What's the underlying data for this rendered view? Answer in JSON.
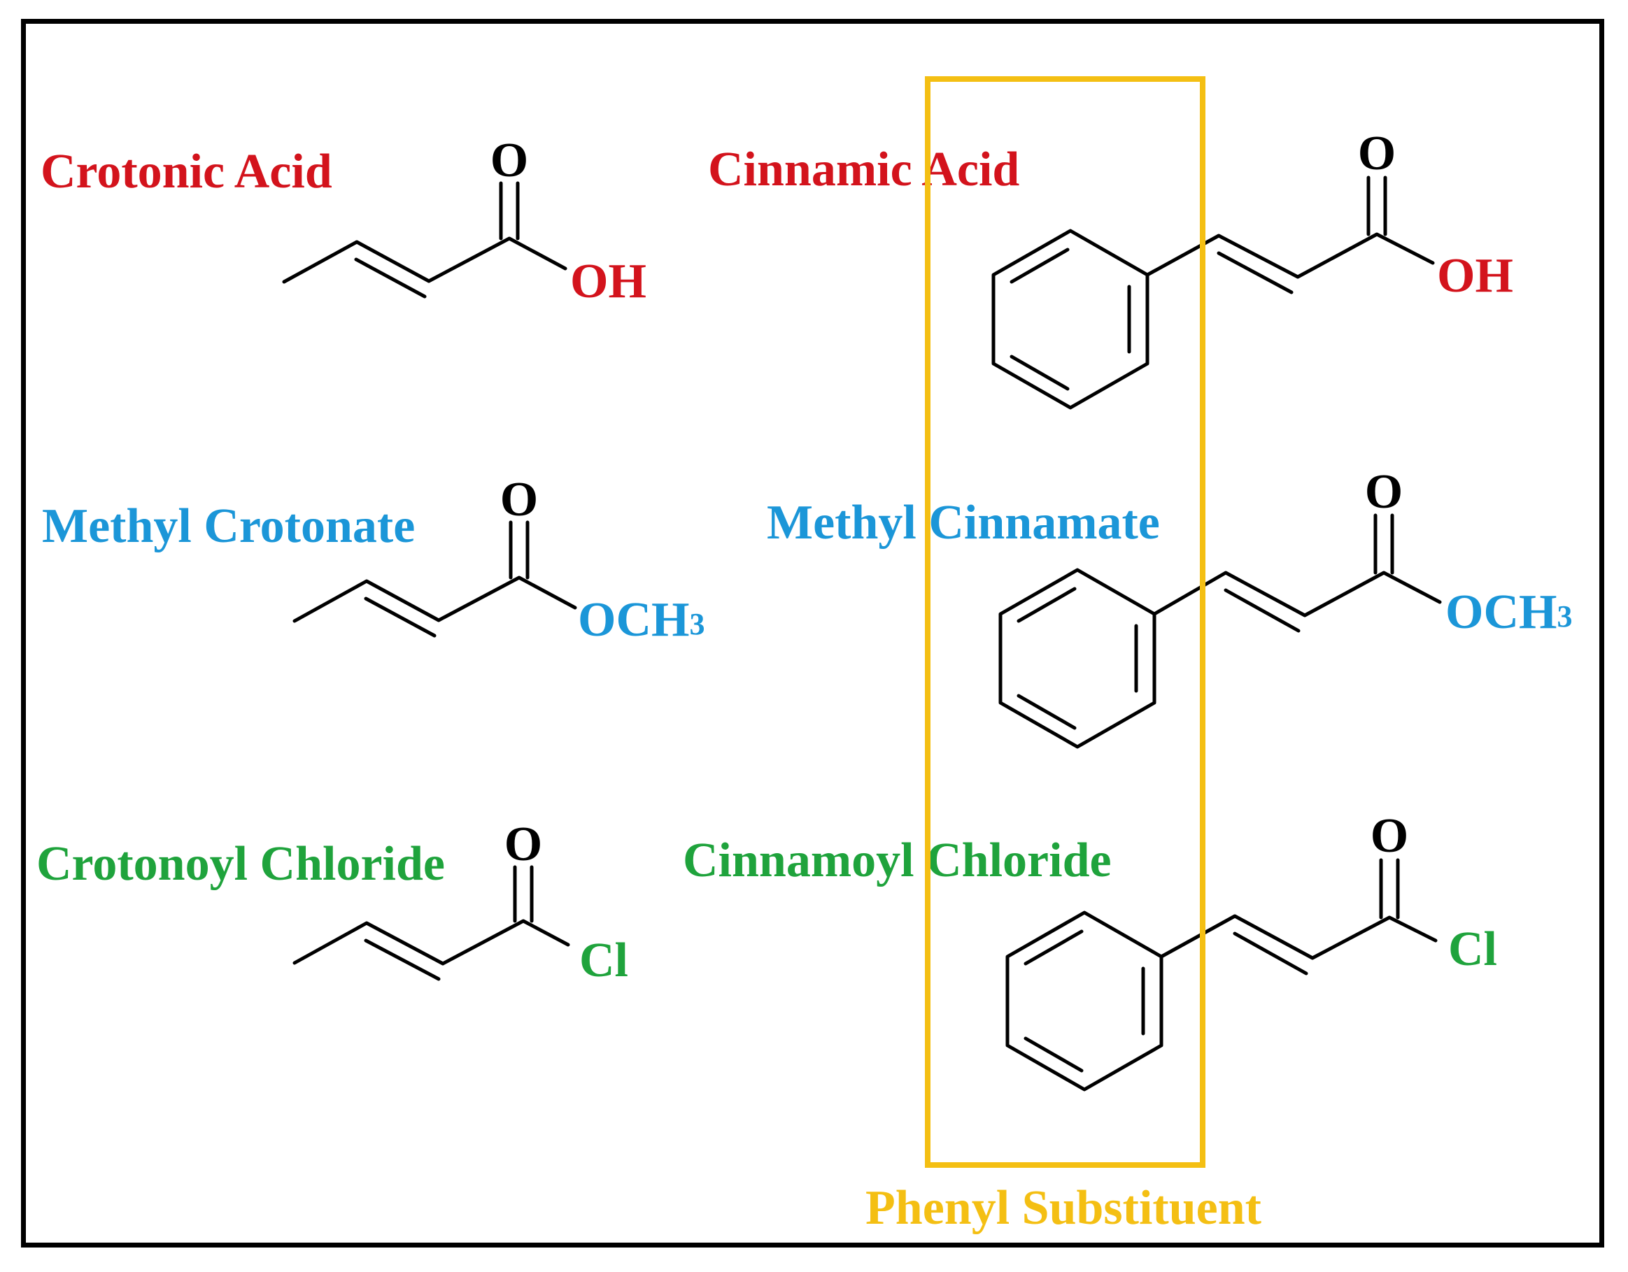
{
  "colors": {
    "acid": "#d3131c",
    "ester": "#1b96d8",
    "chloride": "#1fa33c",
    "phenyl_box": "#f4bf13",
    "bond": "#000000"
  },
  "compounds": {
    "crotonic_acid": {
      "name": "Crotonic Acid",
      "carbonyl_o": "O",
      "group": "OH"
    },
    "methyl_crotonate": {
      "name": "Methyl Crotonate",
      "carbonyl_o": "O",
      "group": "OCH",
      "group_sub": "3"
    },
    "crotonoyl_chloride": {
      "name": "Crotonoyl Chloride",
      "carbonyl_o": "O",
      "group": "Cl"
    },
    "cinnamic_acid": {
      "name": "Cinnamic Acid",
      "carbonyl_o": "O",
      "group": "OH"
    },
    "methyl_cinnamate": {
      "name": "Methyl Cinnamate",
      "carbonyl_o": "O",
      "group": "OCH",
      "group_sub": "3"
    },
    "cinnamoyl_chloride": {
      "name": "Cinnamoyl Chloride",
      "carbonyl_o": "O",
      "group": "Cl"
    }
  },
  "phenyl_box": {
    "label": "Phenyl Substituent"
  }
}
